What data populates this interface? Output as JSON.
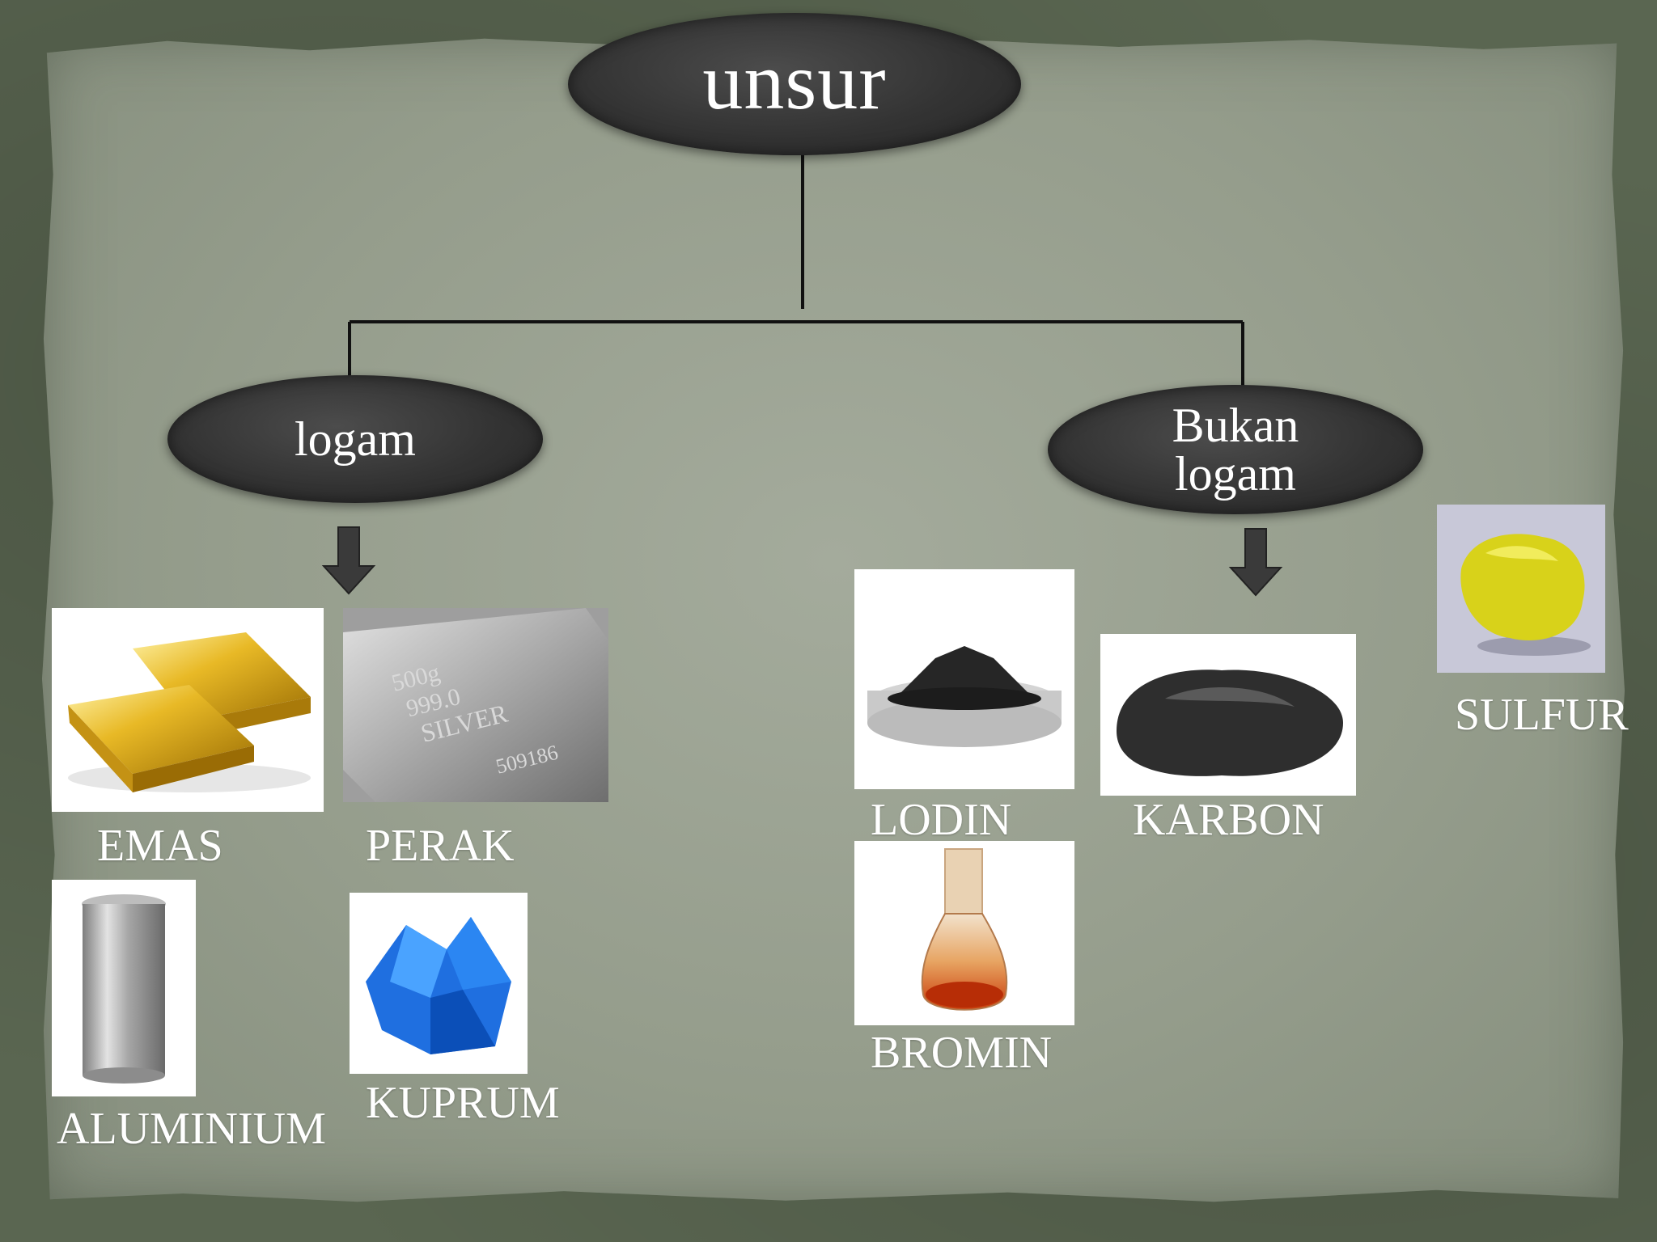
{
  "root": {
    "label": "unsur"
  },
  "categories": [
    {
      "label": "logam",
      "items": [
        {
          "label": "EMAS",
          "image": "gold-bars"
        },
        {
          "label": "PERAK",
          "image": "silver-bar"
        },
        {
          "label": "ALUMINIUM",
          "image": "aluminium-can"
        },
        {
          "label": "KUPRUM",
          "image": "blue-copper-crystal"
        }
      ]
    },
    {
      "label_line1": "Bukan",
      "label_line2": "logam",
      "items": [
        {
          "label": "LODIN",
          "image": "iodine-dish"
        },
        {
          "label": "KARBON",
          "image": "carbon-lump"
        },
        {
          "label": "BROMIN",
          "image": "bromine-flask"
        },
        {
          "label": "SULFUR",
          "image": "sulfur-crystal"
        }
      ]
    }
  ],
  "silver_bar_text": [
    "500g",
    "999.0",
    "SILVER",
    "509186"
  ],
  "colors": {
    "node": "#333333",
    "paper": "#9aa192",
    "text": "#ffffff"
  }
}
